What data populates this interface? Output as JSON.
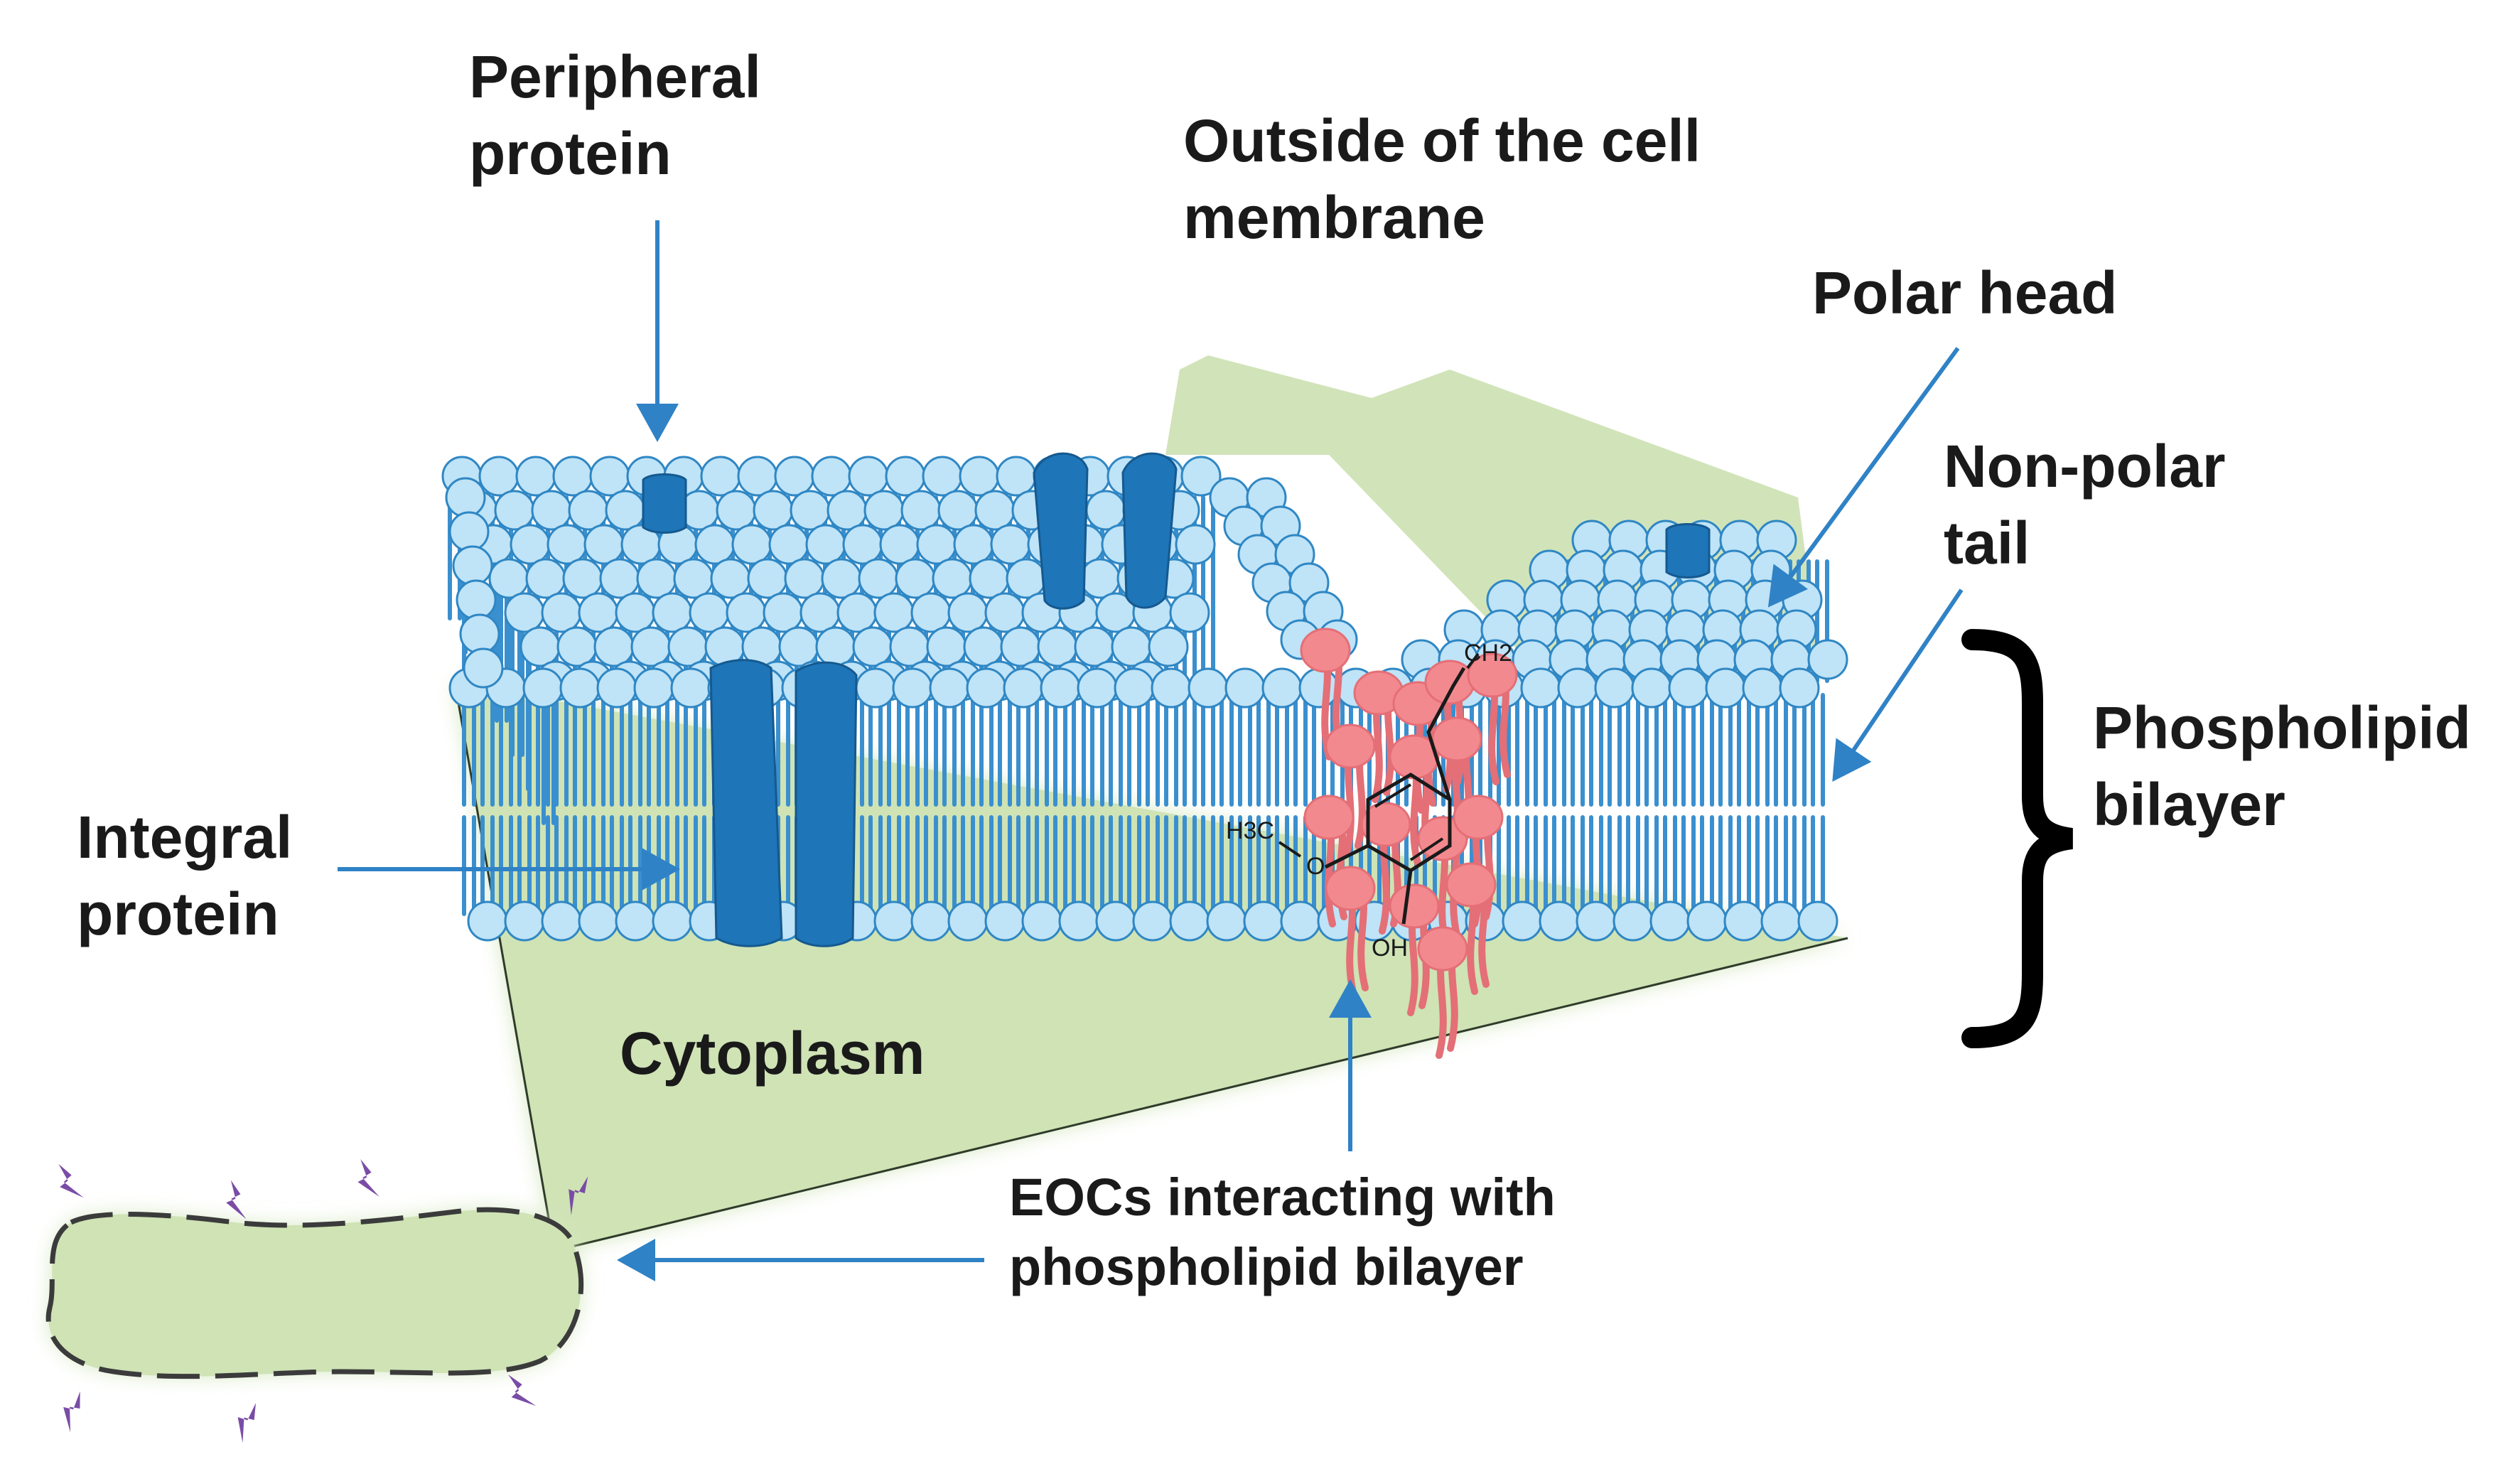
{
  "labels": {
    "peripheral_protein": [
      "Peripheral",
      "protein"
    ],
    "outside_cell": [
      "Outside of the cell",
      "membrane"
    ],
    "polar_head": "Polar head",
    "non_polar_tail": [
      "Non-polar",
      "tail"
    ],
    "phospholipid_bilayer": [
      "Phospholipid",
      "bilayer"
    ],
    "integral_protein": [
      "Integral",
      "protein"
    ],
    "cytoplasm": "Cytoplasm",
    "eocs": [
      "EOCs interacting with",
      "phospholipid bilayer"
    ]
  },
  "molecule": {
    "ch2": "CH2",
    "h3c": "H3C",
    "o": "O",
    "oh": "OH"
  },
  "colors": {
    "head_fill": "#bfe3f7",
    "head_stroke": "#2f87c4",
    "tail": "#3a8fcf",
    "protein": "#1e75b8",
    "cytoplasm": "#cfe3b5",
    "eoc": "#f2898e",
    "arrow": "#2f82c6",
    "spark": "#7a4ca6"
  }
}
